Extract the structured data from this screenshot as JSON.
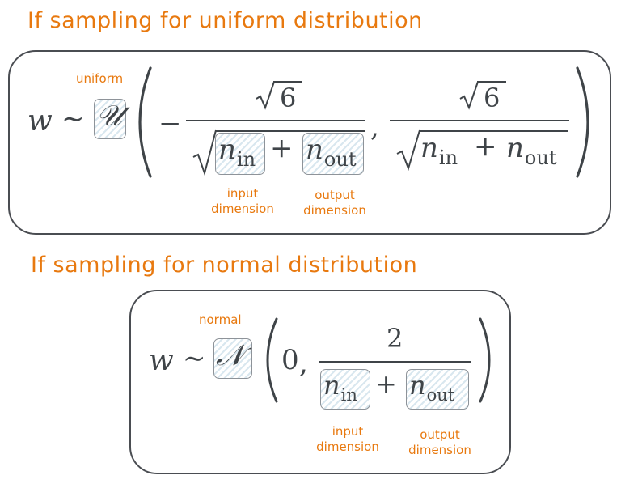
{
  "headings": {
    "uniform": "If sampling for uniform distribution",
    "normal": "If sampling for normal distribution"
  },
  "annotations": {
    "uniform": "uniform",
    "normal": "normal",
    "input_line1": "input",
    "input_line2": "dimension",
    "output_line1": "output",
    "output_line2": "dimension"
  },
  "math": {
    "w": "w",
    "tilde": "∼",
    "uniform_symbol": "𝒰",
    "normal_symbol": "𝒩",
    "minus": "−",
    "six": "6",
    "n": "n",
    "in_sub": "in",
    "out_sub": "out",
    "plus": "+",
    "comma": ",",
    "zero": "0",
    "two": "2"
  },
  "colors": {
    "annotation": "#e8790f",
    "math": "#3f4448",
    "highlight_fill": "#d9e7ef",
    "border": "#4a4d52"
  }
}
